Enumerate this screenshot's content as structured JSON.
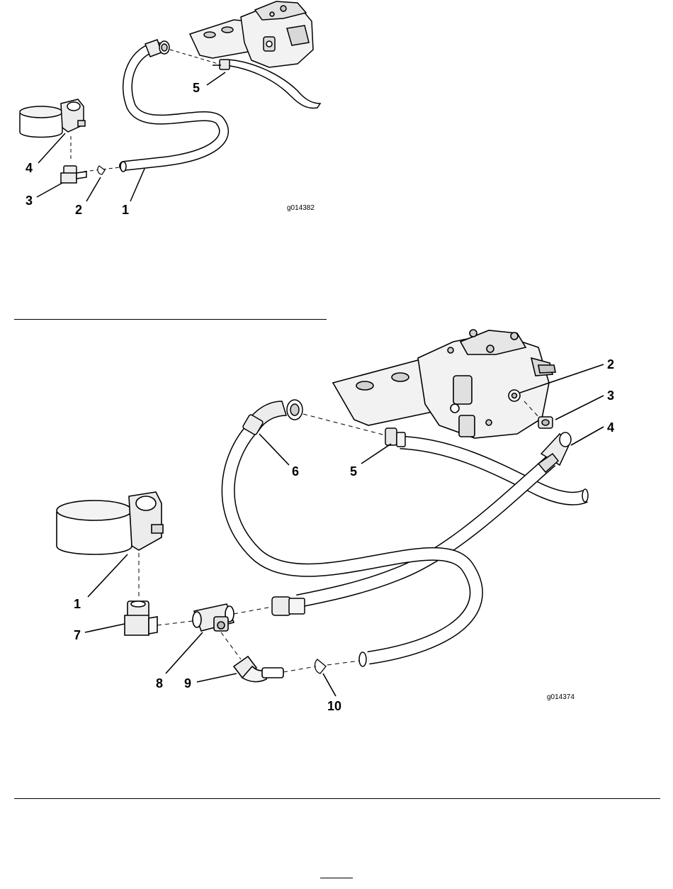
{
  "figure_top": {
    "id": "g014382",
    "callouts": [
      "1",
      "2",
      "3",
      "4",
      "5"
    ]
  },
  "figure_bottom": {
    "id": "g014374",
    "callouts": [
      "1",
      "2",
      "3",
      "4",
      "5",
      "6",
      "7",
      "8",
      "9",
      "10"
    ]
  },
  "colors": {
    "line": "#000000",
    "fill_light": "#f0f0f0",
    "fill_mid": "#c8c8c8",
    "background": "#ffffff"
  }
}
